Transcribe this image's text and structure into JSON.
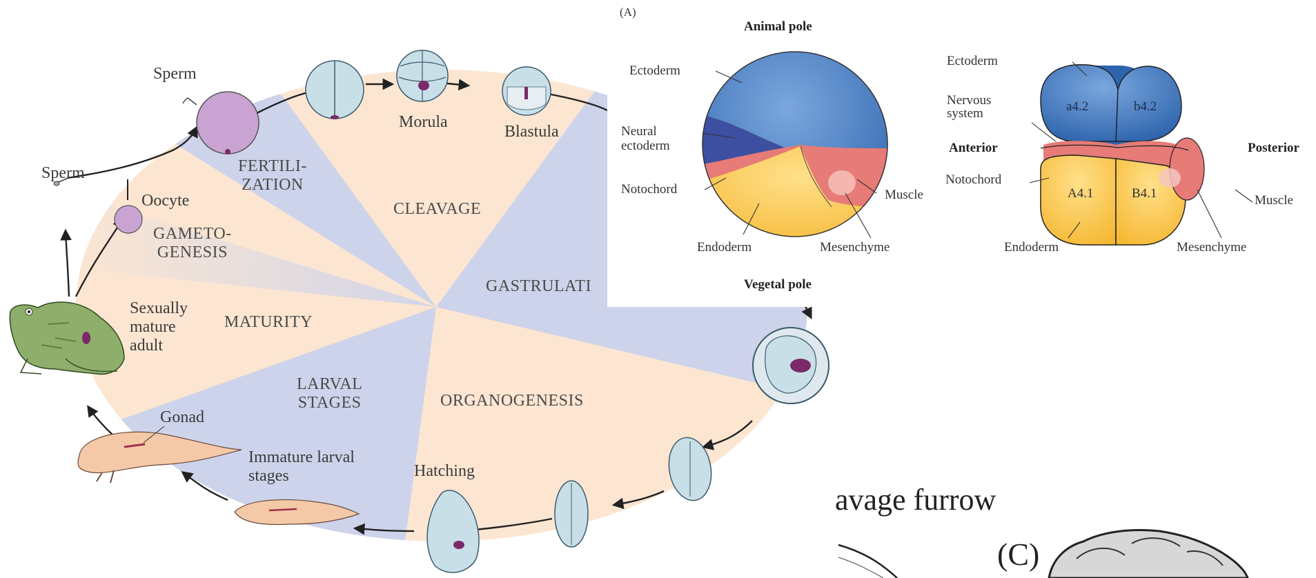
{
  "lifecycle": {
    "stages": {
      "fertilization": "FERTILI-\nZATION",
      "cleavage": "CLEAVAGE",
      "gastrulation": "GASTRULATI",
      "organogenesis": "ORGANOGENESIS",
      "larval": "LARVAL\nSTAGES",
      "maturity": "MATURITY",
      "gametogenesis": "GAMETO-\nGENESIS"
    },
    "labels": {
      "sperm_top": "Sperm",
      "sperm_left": "Sperm",
      "oocyte": "Oocyte",
      "morula": "Morula",
      "blastula": "Blastula",
      "adult": "Sexually\nmature\nadult",
      "gonad": "Gonad",
      "immature": "Immature larval\nstages",
      "hatching": "Hatching"
    },
    "colors": {
      "peach": "#fce6d2",
      "lavender": "#cdd3ea",
      "embryo": "#c9dfe8",
      "purple": "#c9a4d3",
      "frog": "#8fae6c"
    }
  },
  "panel_a": {
    "tag": "(A)",
    "animal_pole": "Animal pole",
    "vegetal_pole": "Vegetal pole",
    "left_labels": {
      "ectoderm": "Ectoderm",
      "neural": "Neural\nectoderm",
      "notochord": "Notochord",
      "muscle": "Muscle",
      "endoderm": "Endoderm",
      "mesenchyme": "Mesenchyme"
    },
    "right_labels": {
      "ectoderm": "Ectoderm",
      "nervous": "Nervous\nsystem",
      "anterior": "Anterior",
      "posterior": "Posterior",
      "notochord": "Notochord",
      "muscle": "Muscle",
      "endoderm": "Endoderm",
      "mesenchyme": "Mesenchyme"
    },
    "blastomeres": {
      "a42": "a4.2",
      "b42": "b4.2",
      "A41": "A4.1",
      "B41": "B4.1"
    }
  },
  "panel_c": {
    "furrow": "avage furrow",
    "tag": "(C)"
  }
}
